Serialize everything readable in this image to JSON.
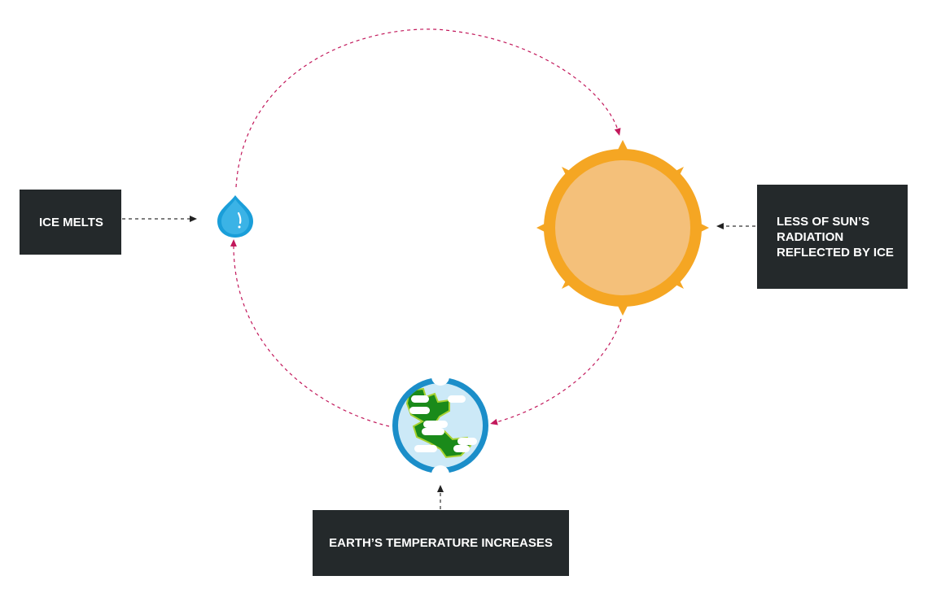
{
  "labels": {
    "ice_melts": "ICE MELTS",
    "less_reflected": "LESS OF SUN’S RADIATION REFLECTED BY ICE",
    "earth_temp": "EARTH’S TEMPERATURE INCREASES"
  },
  "icons": {
    "drop": "water-drop-icon",
    "sun": "sun-icon",
    "earth": "earth-icon"
  },
  "colors": {
    "cycle_arrow": "#c2185b",
    "pointer_arrow": "#333333",
    "box_bg": "#24292b",
    "sun_outer": "#f5a623",
    "sun_inner": "#f4c07a",
    "drop": "#1a9ed9",
    "earth_ring": "#1b8ec9",
    "earth_ocean": "#cce9f7",
    "earth_land": "#1a8a1a"
  }
}
